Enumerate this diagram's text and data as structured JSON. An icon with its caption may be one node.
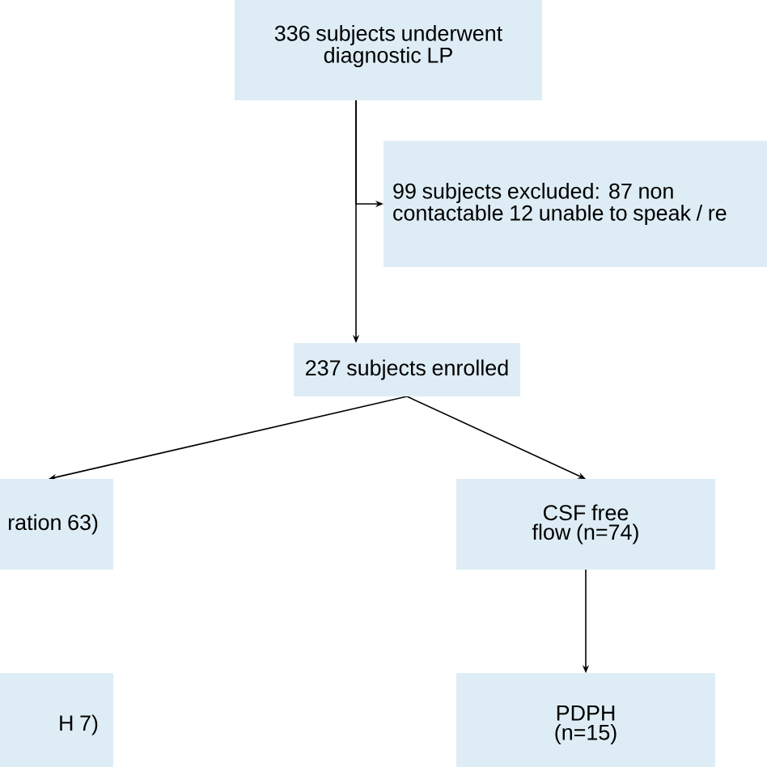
{
  "diagram": {
    "nodes": [
      {
        "text": [
          "336 subjects underwent diagnostic LP"
        ]
      },
      {
        "text": [
          "99 subjects excluded: 87 non contactable 12 unable to speak / re"
        ]
      },
      {
        "text": [
          "237 subjects enrolled"
        ]
      },
      {
        "text": [
          "ration 63)"
        ]
      },
      {
        "text": [
          "CSF free flow (n=74)"
        ]
      },
      {
        "text": [
          "H 7)"
        ]
      },
      {
        "text": [
          "PDPH (n=15)"
        ]
      }
    ],
    "edges": [
      {
        "from": 0,
        "to": 2,
        "arrow": "to"
      },
      {
        "from": 0,
        "to": 1,
        "arrow": "to"
      },
      {
        "from": 2,
        "to": 3,
        "arrow": "to"
      },
      {
        "from": 2,
        "to": 4,
        "arrow": "to"
      },
      {
        "from": 4,
        "to": 6,
        "arrow": "to"
      }
    ]
  }
}
